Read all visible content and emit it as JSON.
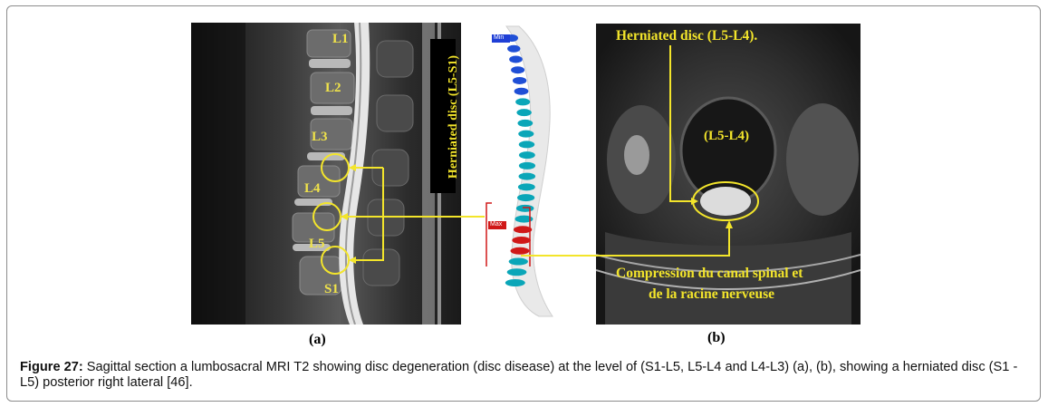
{
  "panel_a": {
    "vertebra_labels": [
      "L1",
      "L2",
      "L3",
      "L4",
      "L5",
      "S1"
    ],
    "vertical_label": "Herniated disc (L5-S1)",
    "panel_label": "(a)"
  },
  "model": {
    "min_tag": "Min",
    "max_tag": "Max"
  },
  "panel_b": {
    "herniated_label": "Herniated disc (L5-L4).",
    "level_label": "(L5-L4)",
    "compression_line1": "Compression du canal spinal et",
    "compression_line2": "de la racine nerveuse",
    "panel_label": "(b)"
  },
  "caption": {
    "figure_label": "Figure 27:",
    "text": " Sagittal section a lumbosacral MRI T2 showing disc degeneration (disc disease) at the level of (S1-L5, L5-L4 and L4-L3) (a), (b), showing a herniated disc (S1 -L5) posterior right lateral [46]."
  },
  "colors": {
    "annotation_yellow": "#f3e52b",
    "spine_blue": "#1f4fd6",
    "spine_teal": "#0aa6b8",
    "disc_red": "#d01818"
  }
}
